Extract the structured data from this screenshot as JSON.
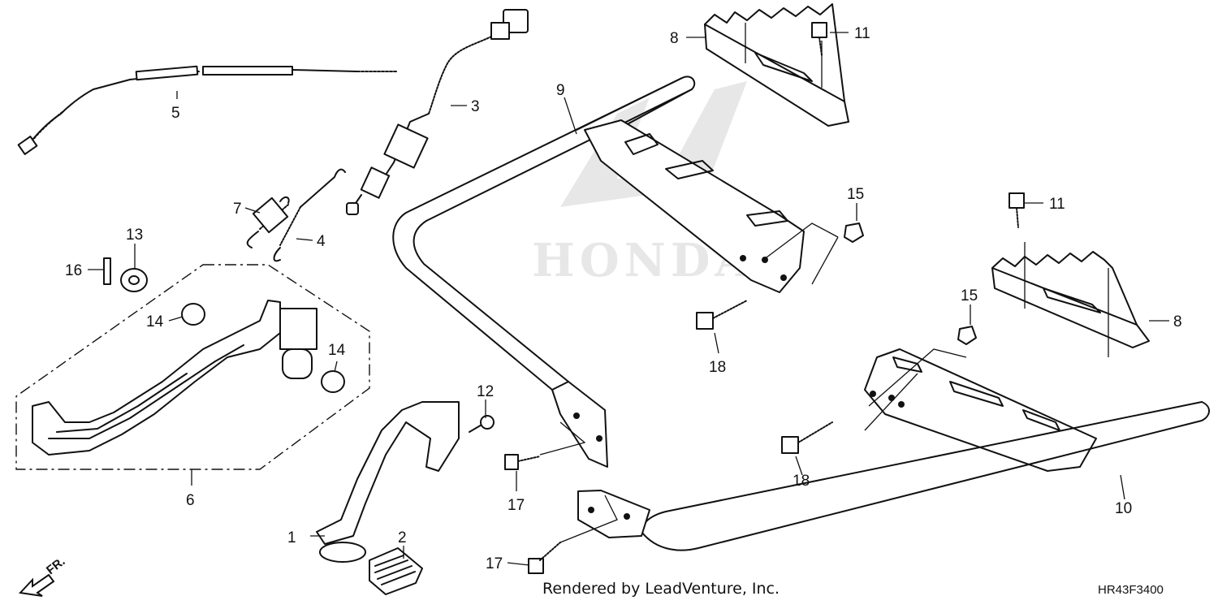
{
  "callouts": [
    {
      "id": "callout-1",
      "label": "1"
    },
    {
      "id": "callout-2",
      "label": "2"
    },
    {
      "id": "callout-3",
      "label": "3"
    },
    {
      "id": "callout-4",
      "label": "4"
    },
    {
      "id": "callout-5",
      "label": "5"
    },
    {
      "id": "callout-6",
      "label": "6"
    },
    {
      "id": "callout-7",
      "label": "7"
    },
    {
      "id": "callout-8a",
      "label": "8"
    },
    {
      "id": "callout-8b",
      "label": "8"
    },
    {
      "id": "callout-9",
      "label": "9"
    },
    {
      "id": "callout-10",
      "label": "10"
    },
    {
      "id": "callout-11a",
      "label": "11"
    },
    {
      "id": "callout-11b",
      "label": "11"
    },
    {
      "id": "callout-12",
      "label": "12"
    },
    {
      "id": "callout-13",
      "label": "13"
    },
    {
      "id": "callout-14a",
      "label": "14"
    },
    {
      "id": "callout-14b",
      "label": "14"
    },
    {
      "id": "callout-15a",
      "label": "15"
    },
    {
      "id": "callout-15b",
      "label": "15"
    },
    {
      "id": "callout-16",
      "label": "16"
    },
    {
      "id": "callout-17a",
      "label": "17"
    },
    {
      "id": "callout-17b",
      "label": "17"
    },
    {
      "id": "callout-18a",
      "label": "18"
    },
    {
      "id": "callout-18b",
      "label": "18"
    }
  ],
  "watermark": "HONDA",
  "front_indicator": "FR.",
  "footer": {
    "credit": "Rendered by LeadVenture, Inc.",
    "diagram_code": "HR43F3400"
  }
}
